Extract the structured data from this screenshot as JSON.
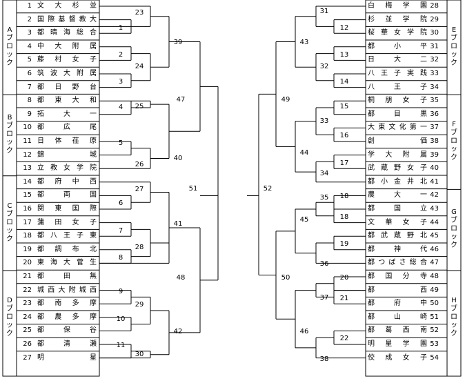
{
  "left_blocks": [
    {
      "label": "Aブロック"
    },
    {
      "label": "Bブロック"
    },
    {
      "label": "Cブロック"
    },
    {
      "label": "Dブロック"
    }
  ],
  "right_blocks": [
    {
      "label": "Eブロック"
    },
    {
      "label": "Fブロック"
    },
    {
      "label": "Gブロック"
    },
    {
      "label": "Hブロック"
    }
  ],
  "left_teams": [
    {
      "num": "1",
      "name": "文大杉並"
    },
    {
      "num": "2",
      "name": "国際基督教大"
    },
    {
      "num": "3",
      "name": "都晴海総合"
    },
    {
      "num": "4",
      "name": "中大附属"
    },
    {
      "num": "5",
      "name": "藤村女子"
    },
    {
      "num": "6",
      "name": "筑波大附属"
    },
    {
      "num": "7",
      "name": "都日野台"
    },
    {
      "num": "8",
      "name": "都東大和"
    },
    {
      "num": "9",
      "name": "拓大一"
    },
    {
      "num": "10",
      "name": "都広尾"
    },
    {
      "num": "11",
      "name": "日体荏原"
    },
    {
      "num": "12",
      "name": "錦城"
    },
    {
      "num": "13",
      "name": "立教女学院"
    },
    {
      "num": "14",
      "name": "都府中西"
    },
    {
      "num": "15",
      "name": "都両国"
    },
    {
      "num": "16",
      "name": "関東国際"
    },
    {
      "num": "17",
      "name": "蒲田女子"
    },
    {
      "num": "18",
      "name": "都八王子東"
    },
    {
      "num": "19",
      "name": "都調布北"
    },
    {
      "num": "20",
      "name": "東海大菅生"
    },
    {
      "num": "21",
      "name": "都田無"
    },
    {
      "num": "22",
      "name": "城西大附城西"
    },
    {
      "num": "23",
      "name": "都南多摩"
    },
    {
      "num": "24",
      "name": "都農多摩"
    },
    {
      "num": "25",
      "name": "都保谷"
    },
    {
      "num": "26",
      "name": "都清瀬"
    },
    {
      "num": "27",
      "name": "明星"
    }
  ],
  "right_teams": [
    {
      "num": "28",
      "name": "白梅学園"
    },
    {
      "num": "29",
      "name": "杉並学院"
    },
    {
      "num": "30",
      "name": "桜華女学院"
    },
    {
      "num": "31",
      "name": "都小平"
    },
    {
      "num": "32",
      "name": "日大二"
    },
    {
      "num": "33",
      "name": "八王子実践"
    },
    {
      "num": "34",
      "name": "八王子"
    },
    {
      "num": "35",
      "name": "桐朋女子"
    },
    {
      "num": "36",
      "name": "都目黒"
    },
    {
      "num": "37",
      "name": "大東文化第一"
    },
    {
      "num": "38",
      "name": "創価"
    },
    {
      "num": "39",
      "name": "学大附属"
    },
    {
      "num": "40",
      "name": "武蔵野女子"
    },
    {
      "num": "41",
      "name": "都小金井北"
    },
    {
      "num": "42",
      "name": "農大一"
    },
    {
      "num": "43",
      "name": "都国立"
    },
    {
      "num": "44",
      "name": "文華女子"
    },
    {
      "num": "45",
      "name": "都武蔵野北"
    },
    {
      "num": "46",
      "name": "都神代"
    },
    {
      "num": "47",
      "name": "都つばさ総合"
    },
    {
      "num": "48",
      "name": "都国分寺"
    },
    {
      "num": "49",
      "name": "都西"
    },
    {
      "num": "50",
      "name": "都府中"
    },
    {
      "num": "51",
      "name": "都山崎"
    },
    {
      "num": "52",
      "name": "都葛西南"
    },
    {
      "num": "53",
      "name": "明星学園"
    },
    {
      "num": "54",
      "name": "佼成女子"
    }
  ],
  "match_numbers": {
    "left": [
      "1",
      "2",
      "3",
      "4",
      "5",
      "6",
      "7",
      "8",
      "9",
      "10",
      "11",
      "23",
      "24",
      "25",
      "26",
      "27",
      "28",
      "29",
      "30",
      "39",
      "40",
      "41",
      "42",
      "47",
      "48",
      "51"
    ],
    "right": [
      "12",
      "13",
      "14",
      "15",
      "16",
      "17",
      "18",
      "19",
      "20",
      "21",
      "22",
      "31",
      "32",
      "33",
      "34",
      "35",
      "36",
      "37",
      "38",
      "43",
      "44",
      "45",
      "46",
      "49",
      "50",
      "52"
    ]
  }
}
